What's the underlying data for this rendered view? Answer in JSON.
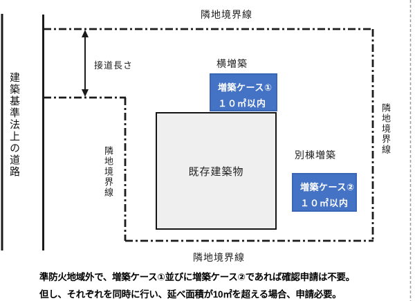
{
  "diagram": {
    "road_label": "建築基準法上の道路",
    "frontage_label": "接道長さ",
    "boundary_labels": {
      "top": "隣地境界線",
      "left": "隣地境界線",
      "right": "隣地境界線",
      "bottom": "隣地境界線"
    },
    "side_extension_label": "横増築",
    "separate_extension_label": "別棟増築",
    "existing_building_label": "既存建築物",
    "case1": {
      "title": "増築ケース①",
      "area": "１０㎡以内"
    },
    "case2": {
      "title": "増築ケース②",
      "area": "１０㎡以内"
    },
    "colors": {
      "case_fill": "#4472c4",
      "case_border": "#3a67b5",
      "building_fill": "#efefef",
      "line_color": "#1a1a1a",
      "edge_dash_color": "#9a9a9a"
    }
  },
  "note": {
    "line1": "準防火地域外で、増築ケース①並びに増築ケース②であれば確認申請は不要。",
    "line2": "但し、それぞれを同時に行い、延べ面積が10㎡を超える場合、申請必要。"
  }
}
